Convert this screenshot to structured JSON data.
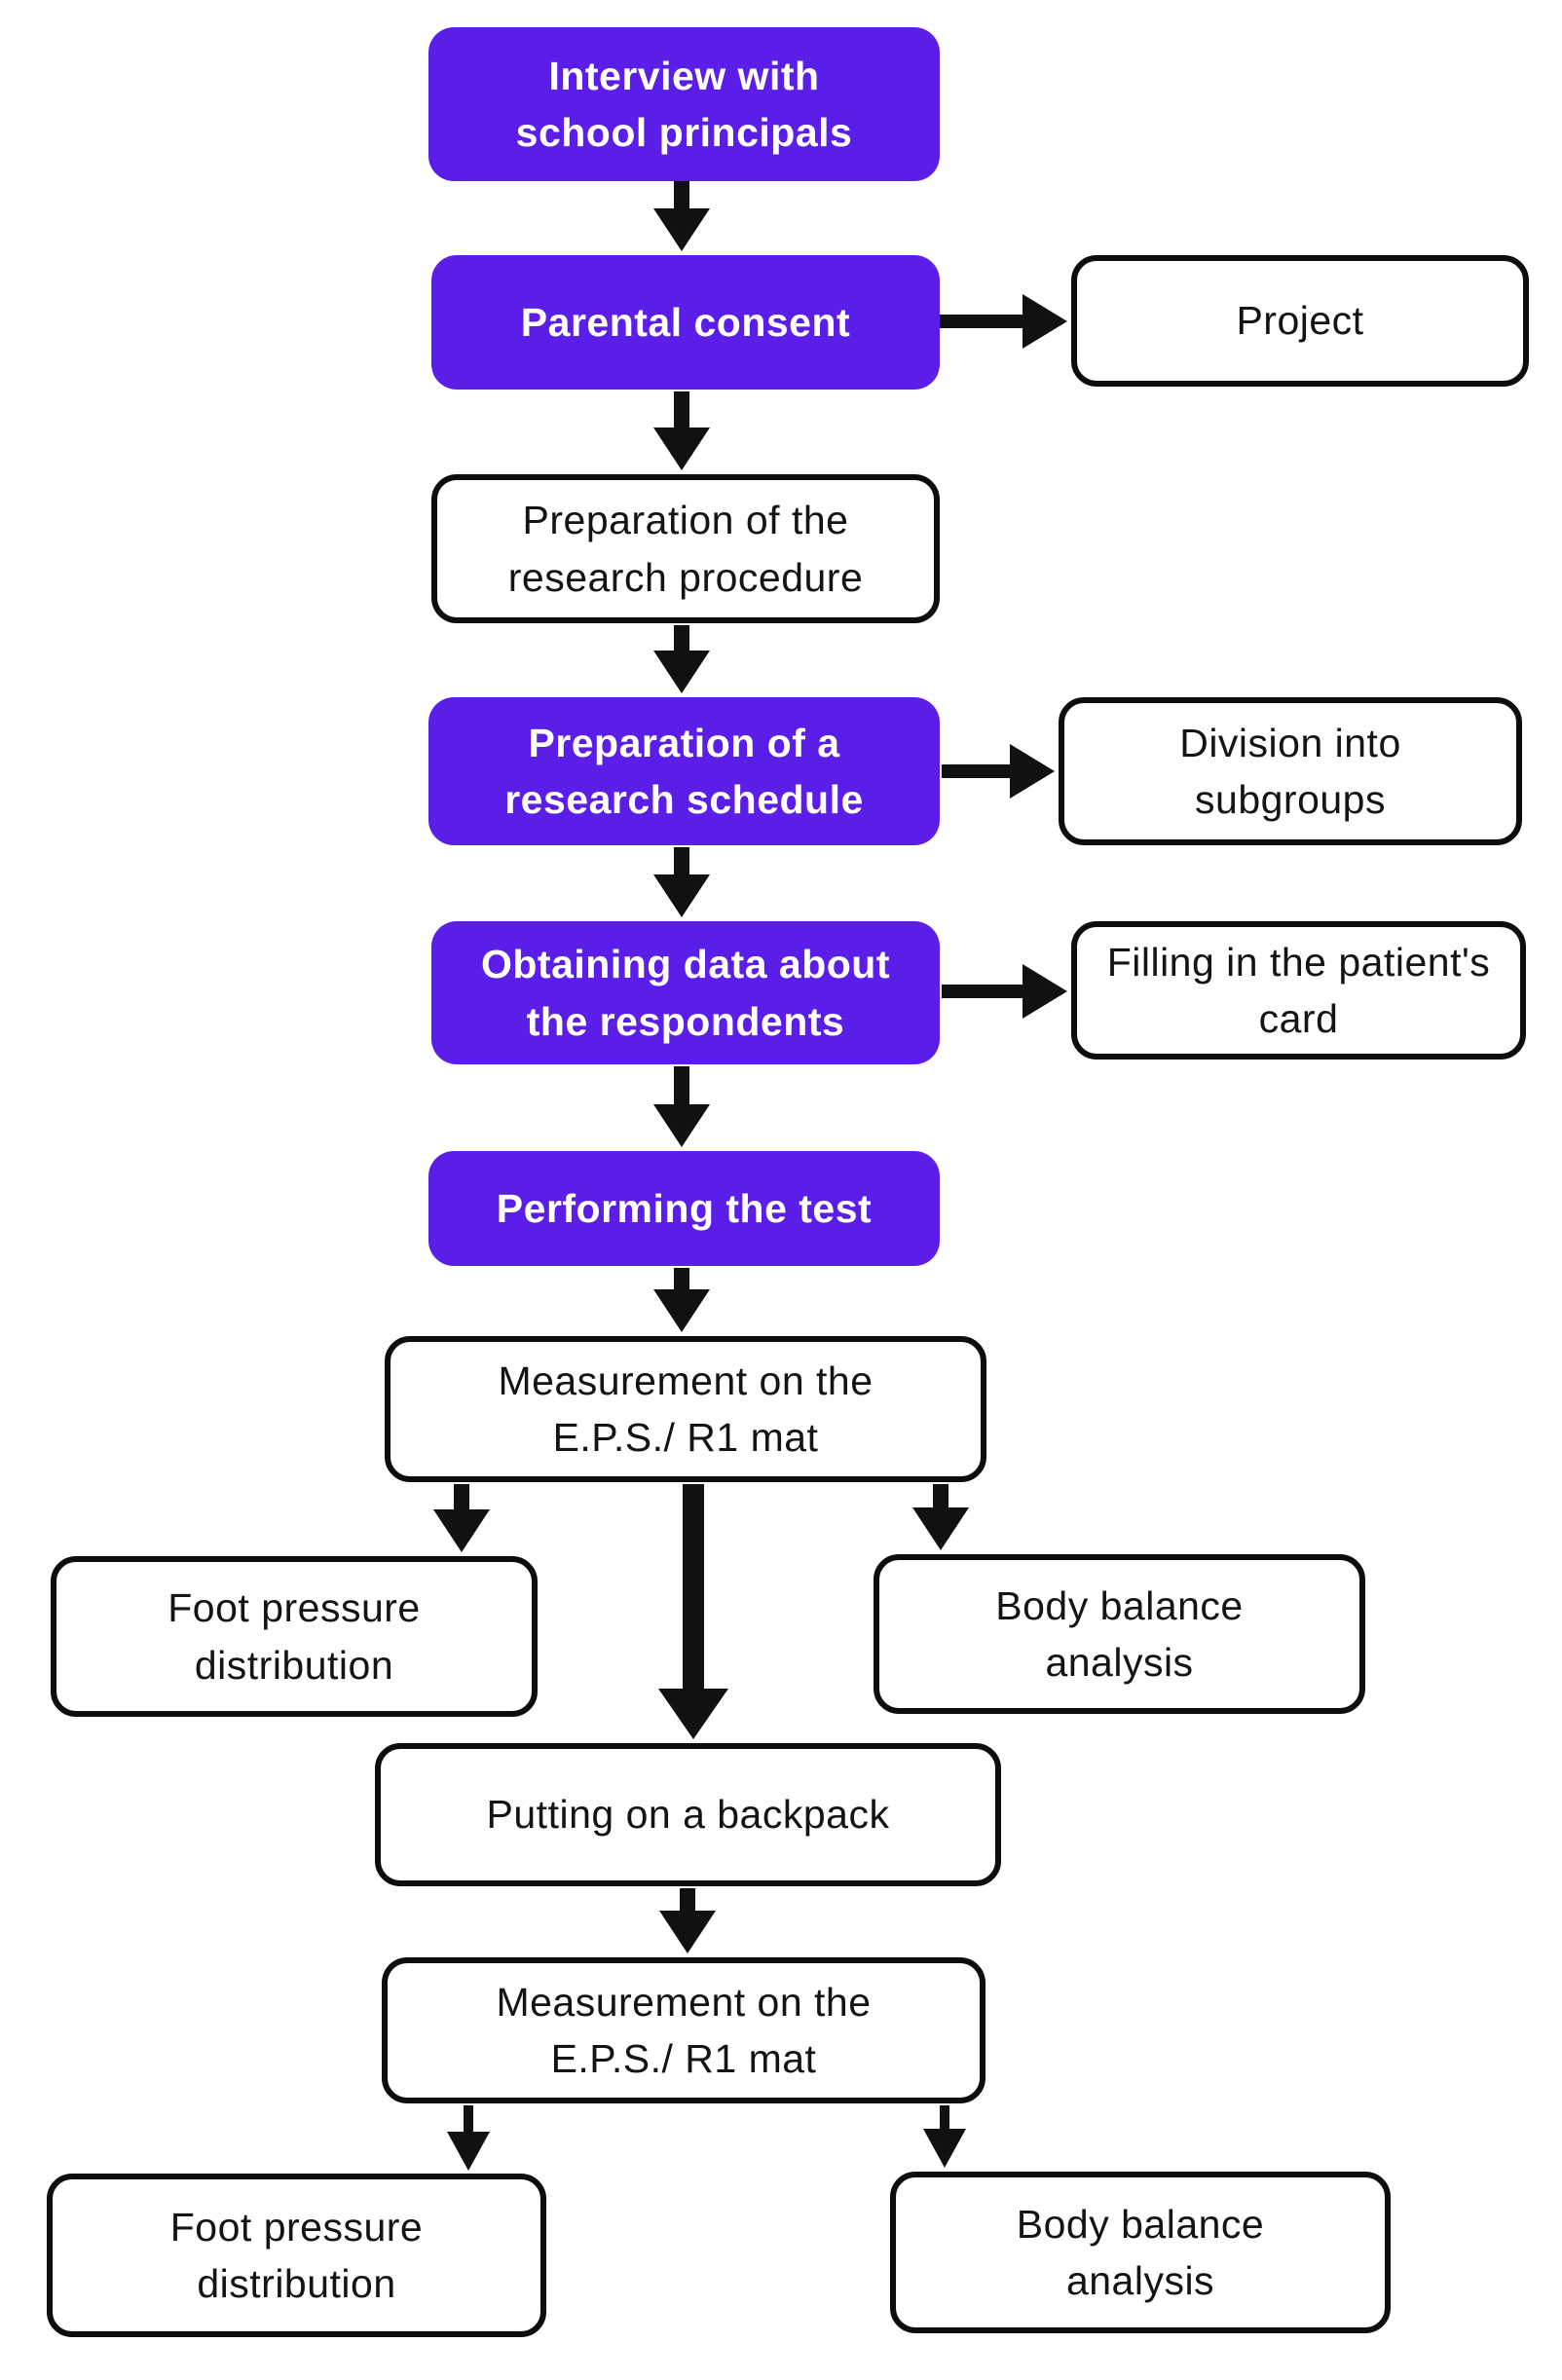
{
  "colors": {
    "background": "#ffffff",
    "node_purple": "#5b1ee9",
    "box_bg": "#ffffff",
    "box_border": "#0d0d0d",
    "arrow_black": "#111111",
    "text_on_purple": "#ffffff",
    "text_on_white": "#141414"
  },
  "flowchart": {
    "title": "",
    "nodes": [
      {
        "id": "interview",
        "label": "Interview with school principals",
        "type": "purple"
      },
      {
        "id": "parental",
        "label": "Parental consent",
        "type": "purple"
      },
      {
        "id": "project",
        "label": "Project",
        "type": "white"
      },
      {
        "id": "prep_procedure",
        "label": "Preparation of the research procedure",
        "type": "white"
      },
      {
        "id": "prep_schedule",
        "label": "Preparation of a research schedule",
        "type": "purple"
      },
      {
        "id": "division",
        "label": "Division into subgroups",
        "type": "white"
      },
      {
        "id": "obtaining",
        "label": "Obtaining data about the respondents",
        "type": "purple"
      },
      {
        "id": "filling",
        "label": "Filling in the patient's card",
        "type": "white"
      },
      {
        "id": "performing",
        "label": "Performing the test",
        "type": "purple"
      },
      {
        "id": "measurement1",
        "label": "Measurement on the E.P.S./ R1 mat",
        "type": "white"
      },
      {
        "id": "foot1",
        "label": "Foot pressure distribution",
        "type": "white"
      },
      {
        "id": "body1",
        "label": "Body balance analysis",
        "type": "white"
      },
      {
        "id": "backpack",
        "label": "Putting on a backpack",
        "type": "white"
      },
      {
        "id": "measurement2",
        "label": "Measurement on the E.P.S./ R1 mat",
        "type": "white"
      },
      {
        "id": "foot2",
        "label": "Foot pressure distribution",
        "type": "white"
      },
      {
        "id": "body2",
        "label": "Body balance analysis",
        "type": "white"
      }
    ],
    "edges": [
      {
        "from": "interview",
        "to": "parental",
        "direction": "down"
      },
      {
        "from": "parental",
        "to": "project",
        "direction": "right"
      },
      {
        "from": "parental",
        "to": "prep_procedure",
        "direction": "down"
      },
      {
        "from": "prep_procedure",
        "to": "prep_schedule",
        "direction": "down"
      },
      {
        "from": "prep_schedule",
        "to": "division",
        "direction": "right"
      },
      {
        "from": "prep_schedule",
        "to": "obtaining",
        "direction": "down"
      },
      {
        "from": "obtaining",
        "to": "filling",
        "direction": "right"
      },
      {
        "from": "obtaining",
        "to": "performing",
        "direction": "down"
      },
      {
        "from": "performing",
        "to": "measurement1",
        "direction": "down"
      },
      {
        "from": "measurement1",
        "to": "foot1",
        "direction": "down"
      },
      {
        "from": "measurement1",
        "to": "backpack",
        "direction": "down"
      },
      {
        "from": "measurement1",
        "to": "body1",
        "direction": "down"
      },
      {
        "from": "backpack",
        "to": "measurement2",
        "direction": "down"
      },
      {
        "from": "measurement2",
        "to": "foot2",
        "direction": "down"
      },
      {
        "from": "measurement2",
        "to": "body2",
        "direction": "down"
      }
    ]
  }
}
